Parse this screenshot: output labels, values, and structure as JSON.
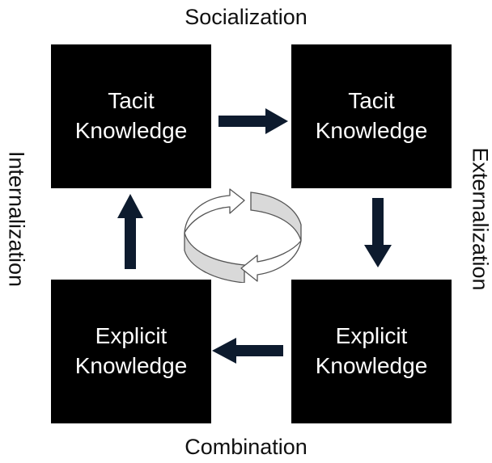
{
  "labels": {
    "top": "Socialization",
    "right": "Externalization",
    "bottom": "Combination",
    "left": "Internalization"
  },
  "boxes": {
    "top_left": {
      "line1": "Tacit",
      "line2": "Knowledge"
    },
    "top_right": {
      "line1": "Tacit",
      "line2": "Knowledge"
    },
    "bottom_right": {
      "line1": "Explicit",
      "line2": "Knowledge"
    },
    "bottom_left": {
      "line1": "Explicit",
      "line2": "Knowledge"
    }
  },
  "colors": {
    "box_fill": "#000000",
    "box_text": "#ffffff",
    "arrow_fill": "#0d1b2e",
    "cycle_fill": "#d9d9d9",
    "cycle_stroke": "#555555"
  }
}
